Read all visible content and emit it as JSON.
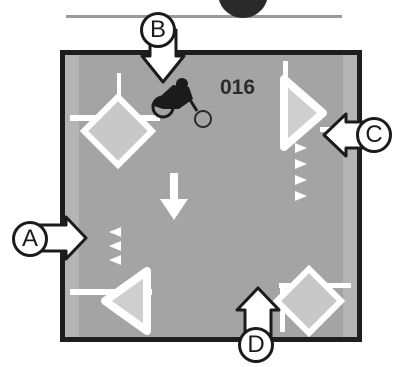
{
  "diagram": {
    "speed_marking": "016",
    "callouts": {
      "a": {
        "label": "A",
        "direction": "right"
      },
      "b": {
        "label": "B",
        "direction": "down"
      },
      "c": {
        "label": "C",
        "direction": "left"
      },
      "d": {
        "label": "D",
        "direction": "up"
      }
    },
    "colors": {
      "road": "#a4a4a4",
      "frame": "#1e1e1e",
      "marking": "#ffffff",
      "triangle_fill": "#cfcfcf",
      "diamond_fill": "#c8c8c8"
    }
  }
}
